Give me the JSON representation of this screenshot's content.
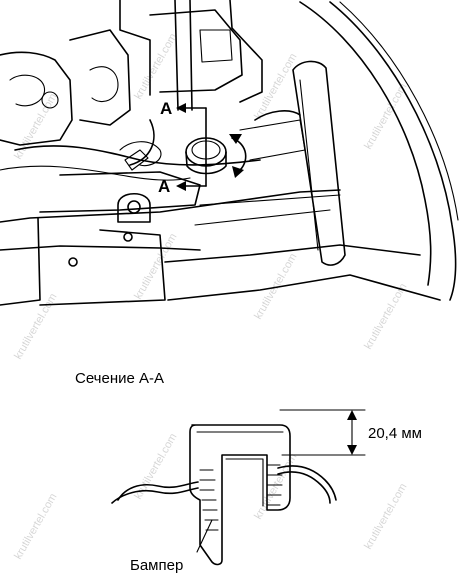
{
  "diagram": {
    "section_marker": "A",
    "section_title": "Сечение А-А",
    "dimension": "20,4 мм",
    "part_label": "Бампер"
  },
  "watermark": "krutilvertel.com",
  "colors": {
    "ink": "#000000",
    "paper": "#ffffff"
  }
}
